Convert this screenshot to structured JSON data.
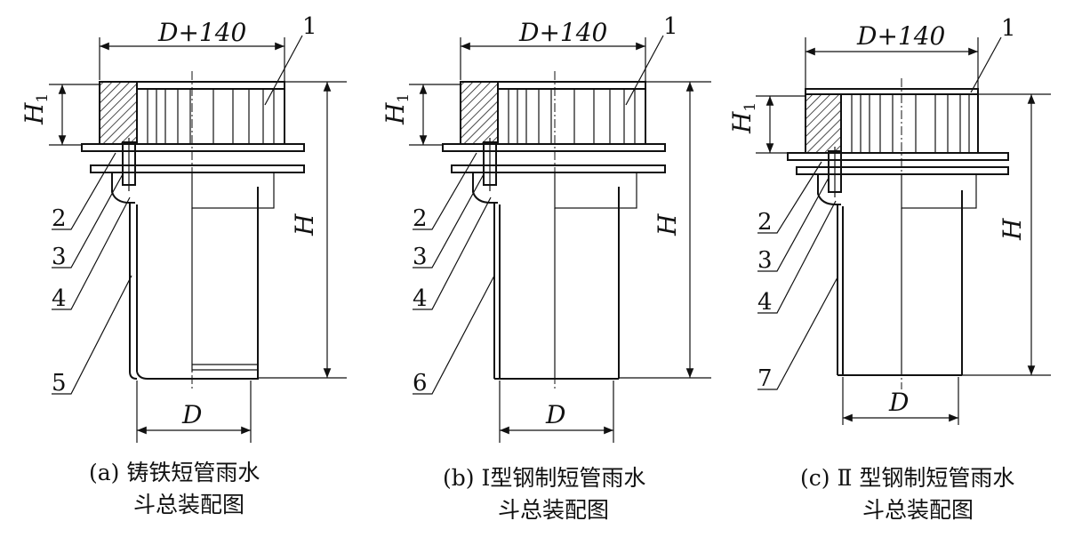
{
  "dimensions": {
    "top_width": "D+140",
    "height_small": "H",
    "height_small_sub": "1",
    "height_total": "H",
    "diameter": "D"
  },
  "panels": [
    {
      "id": "a",
      "callouts": [
        "1",
        "2",
        "3",
        "4",
        "5"
      ],
      "caption_line1": "(a) 铸铁短管雨水",
      "caption_line2": "斗总装配图"
    },
    {
      "id": "b",
      "callouts": [
        "1",
        "2",
        "3",
        "4",
        "6"
      ],
      "caption_line1": "(b) Ⅰ型钢制短管雨水",
      "caption_line2": "斗总装配图"
    },
    {
      "id": "c",
      "callouts": [
        "1",
        "2",
        "3",
        "4",
        "7"
      ],
      "caption_line1": "(c) Ⅱ 型钢制短管雨水",
      "caption_line2": "斗总装配图"
    }
  ]
}
